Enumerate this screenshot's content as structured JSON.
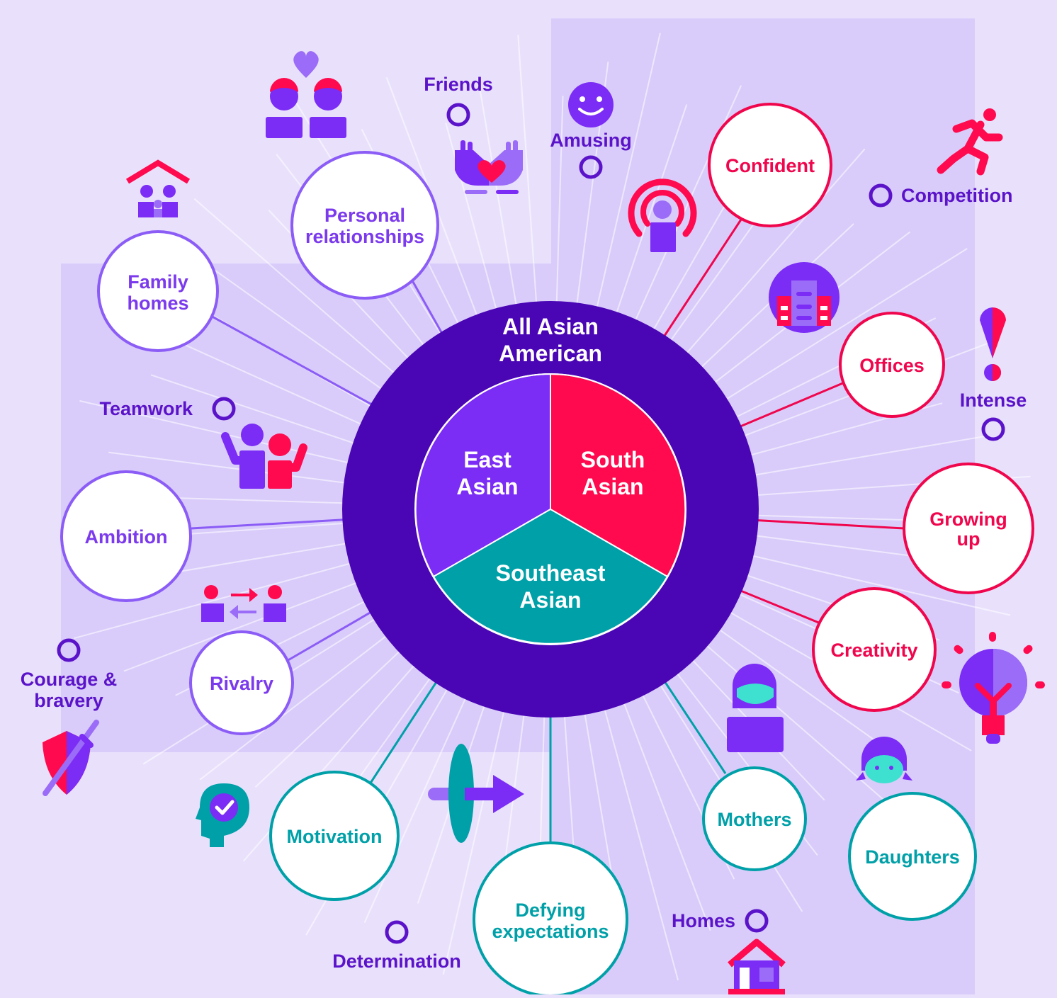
{
  "colors": {
    "background": "#e9e1fc",
    "panel": "#d9ccfa",
    "outer_ring": "#4a05b5",
    "east_asian": "#7b2cf5",
    "south_asian": "#ff0a4e",
    "southeast_asian": "#00a0a8",
    "purple_text": "#7c3aed",
    "red_text": "#f0064d",
    "teal_text": "#00a0a8",
    "label_text": "#5b13c9"
  },
  "hub": {
    "outer_line1": "All Asian",
    "outer_line2": "American",
    "east_line1": "East",
    "east_line2": "Asian",
    "south_line1": "South",
    "south_line2": "Asian",
    "southeast_line1": "Southeast",
    "southeast_line2": "Asian"
  },
  "themes": {
    "family_homes": {
      "line1": "Family",
      "line2": "homes",
      "group": "East Asian"
    },
    "personal_relationships": {
      "line1": "Personal",
      "line2": "relationships",
      "group": "East Asian"
    },
    "ambition": {
      "line1": "Ambition",
      "group": "East Asian"
    },
    "rivalry": {
      "line1": "Rivalry",
      "group": "East Asian"
    },
    "confident": {
      "line1": "Confident",
      "group": "South Asian"
    },
    "offices": {
      "line1": "Offices",
      "group": "South Asian"
    },
    "growing_up": {
      "line1": "Growing",
      "line2": "up",
      "group": "South Asian"
    },
    "creativity": {
      "line1": "Creativity",
      "group": "South Asian"
    },
    "motivation": {
      "line1": "Motivation",
      "group": "Southeast Asian"
    },
    "defying_expectations": {
      "line1": "Defying",
      "line2": "expectations",
      "group": "Southeast Asian"
    },
    "mothers": {
      "line1": "Mothers",
      "group": "Southeast Asian"
    },
    "daughters": {
      "line1": "Daughters",
      "group": "Southeast Asian"
    }
  },
  "labels": {
    "friends": "Friends",
    "amusing": "Amusing",
    "competition": "Competition",
    "intense": "Intense",
    "teamwork": "Teamwork",
    "courage_line1": "Courage &",
    "courage_line2": "bravery",
    "determination": "Determination",
    "homes": "Homes"
  },
  "icons": [
    "couple-heart-icon",
    "family-home-icon",
    "hands-heart-icon",
    "smiley-icon",
    "podcast-icon",
    "runner-icon",
    "office-building-icon",
    "exclamation-icon",
    "teamwork-icon",
    "rivalry-exchange-icon",
    "shield-sword-icon",
    "head-check-icon",
    "target-arrow-icon",
    "mother-icon",
    "daughter-icon",
    "lightbulb-icon",
    "house-icon"
  ]
}
